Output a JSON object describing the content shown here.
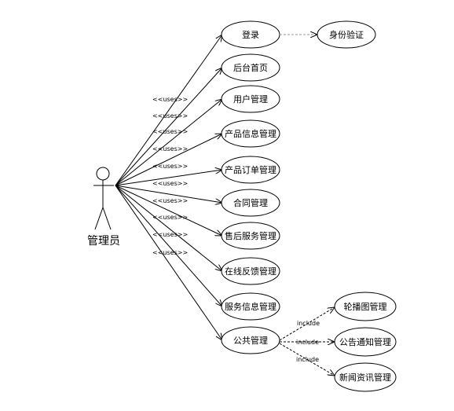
{
  "actor": {
    "name": "管理员"
  },
  "use_cases": {
    "login": "登录",
    "home": "后台首页",
    "users": "用户管理",
    "product_info": "产品信息管理",
    "product_orders": "产品订单管理",
    "contracts": "合同管理",
    "after_sales": "售后服务管理",
    "feedback": "在线反馈管理",
    "service_info": "服务信息管理",
    "public": "公共管理",
    "verify": "身份验证",
    "carousel": "轮播图管理",
    "notices": "公告通知管理",
    "news": "新闻资讯管理"
  },
  "labels": {
    "uses": "<<uses>>",
    "include": "include"
  }
}
